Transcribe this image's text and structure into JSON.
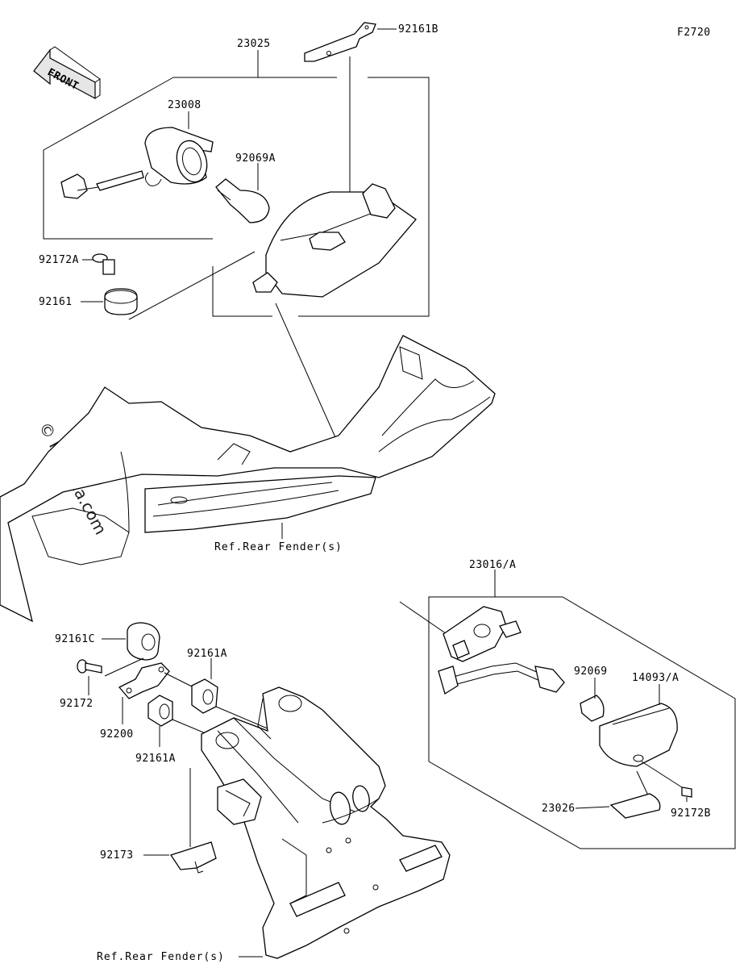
{
  "figure_code": "F2720",
  "front_label": "FRONT",
  "watermark": "© Partzilla.com",
  "parts": {
    "p23025": "23025",
    "p92161B": "92161B",
    "p23008": "23008",
    "p92069A": "92069A",
    "p92172A": "92172A",
    "p92161": "92161",
    "p23016A": "23016/A",
    "p92069": "92069",
    "p14093A": "14093/A",
    "p23026": "23026",
    "p92172B": "92172B",
    "p92161C": "92161C",
    "p92161A_top": "92161A",
    "p92172": "92172",
    "p92200": "92200",
    "p92161A_bot": "92161A",
    "p92173": "92173"
  },
  "references": {
    "ref_upper": "Ref.Rear Fender(s)",
    "ref_lower": "Ref.Rear Fender(s)"
  }
}
